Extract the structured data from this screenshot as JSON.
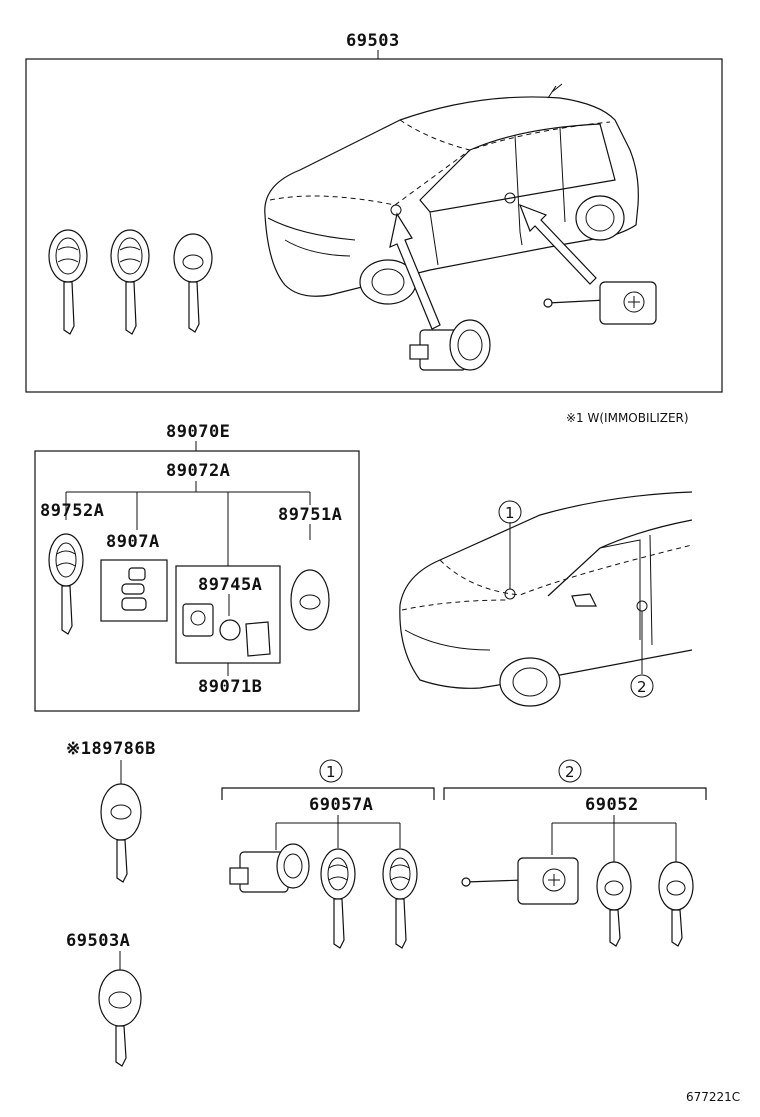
{
  "labels": {
    "assy_top": "69503",
    "immobilizer_note": "※1 W(IMMOBILIZER)",
    "kit": "89070E",
    "sub_kit": "89072A",
    "key_left": "89752A",
    "key_right": "89751A",
    "case": "8907A",
    "transponder": "89745A",
    "module": "89071B",
    "key_blank_note": "※189786B",
    "master_key": "69503A",
    "ignition_set": "69057A",
    "door_set": "69052",
    "ref_num_1": "1",
    "ref_num_2": "2",
    "diagram_code": "677221C"
  }
}
